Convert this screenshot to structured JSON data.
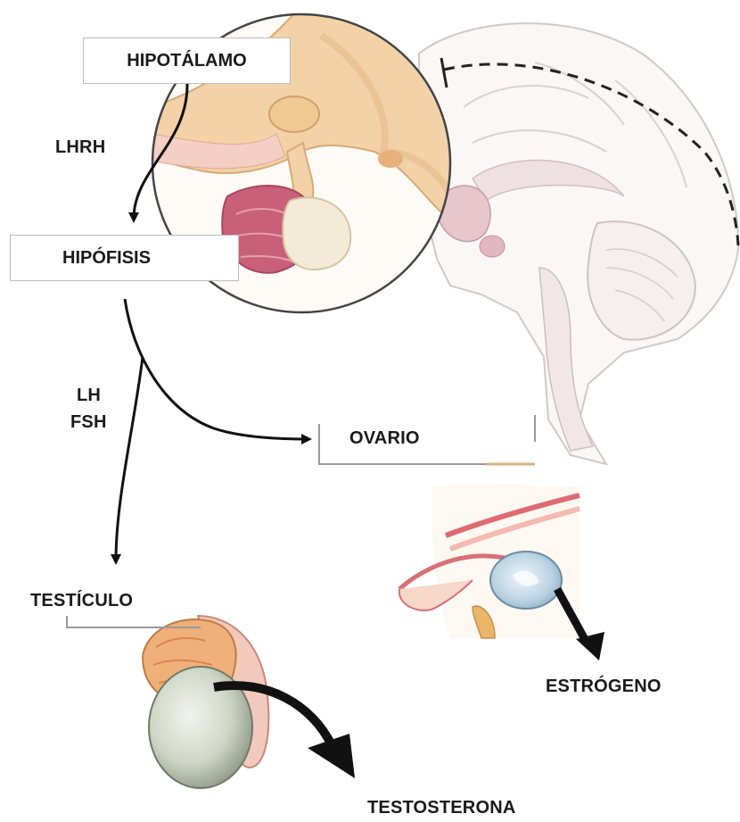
{
  "labels": {
    "hypothalamus": "HIPOTÁLAMO",
    "lhrh": "LHRH",
    "pituitary": "HIPÓFISIS",
    "lh": "LH",
    "fsh": "FSH",
    "ovary": "OVARIO",
    "testicle": "TESTÍCULO",
    "estrogen": "ESTRÓGENO",
    "testosterone": "TESTOSTERONA"
  },
  "illustrations": [
    "brain-sagittal-icon",
    "pituitary-magnified-icon",
    "ovary-icon",
    "testicle-icon"
  ],
  "colors": {
    "arrow": "#111111",
    "tissue_peach": "#f3d2a8",
    "tissue_pink": "#c9607a",
    "brain_outline": "#c9c9c9"
  }
}
